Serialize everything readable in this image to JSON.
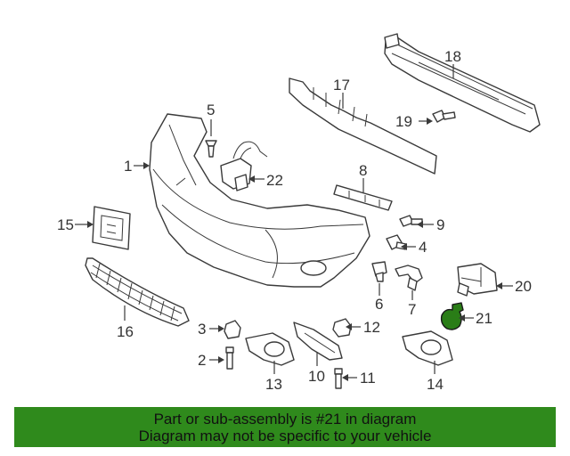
{
  "diagram": {
    "callouts": {
      "c1": "1",
      "c2": "2",
      "c3": "3",
      "c4": "4",
      "c5": "5",
      "c6": "6",
      "c7": "7",
      "c8": "8",
      "c9": "9",
      "c10": "10",
      "c11": "11",
      "c12": "12",
      "c13": "13",
      "c14": "14",
      "c15": "15",
      "c16": "16",
      "c17": "17",
      "c18": "18",
      "c19": "19",
      "c20": "20",
      "c21": "21",
      "c22": "22"
    },
    "highlight_color": "#2a7d17"
  },
  "banner": {
    "line1": "Part or sub-assembly is #21 in diagram",
    "line2": "Diagram may not be specific to your vehicle",
    "background": "#2f8a1c"
  }
}
